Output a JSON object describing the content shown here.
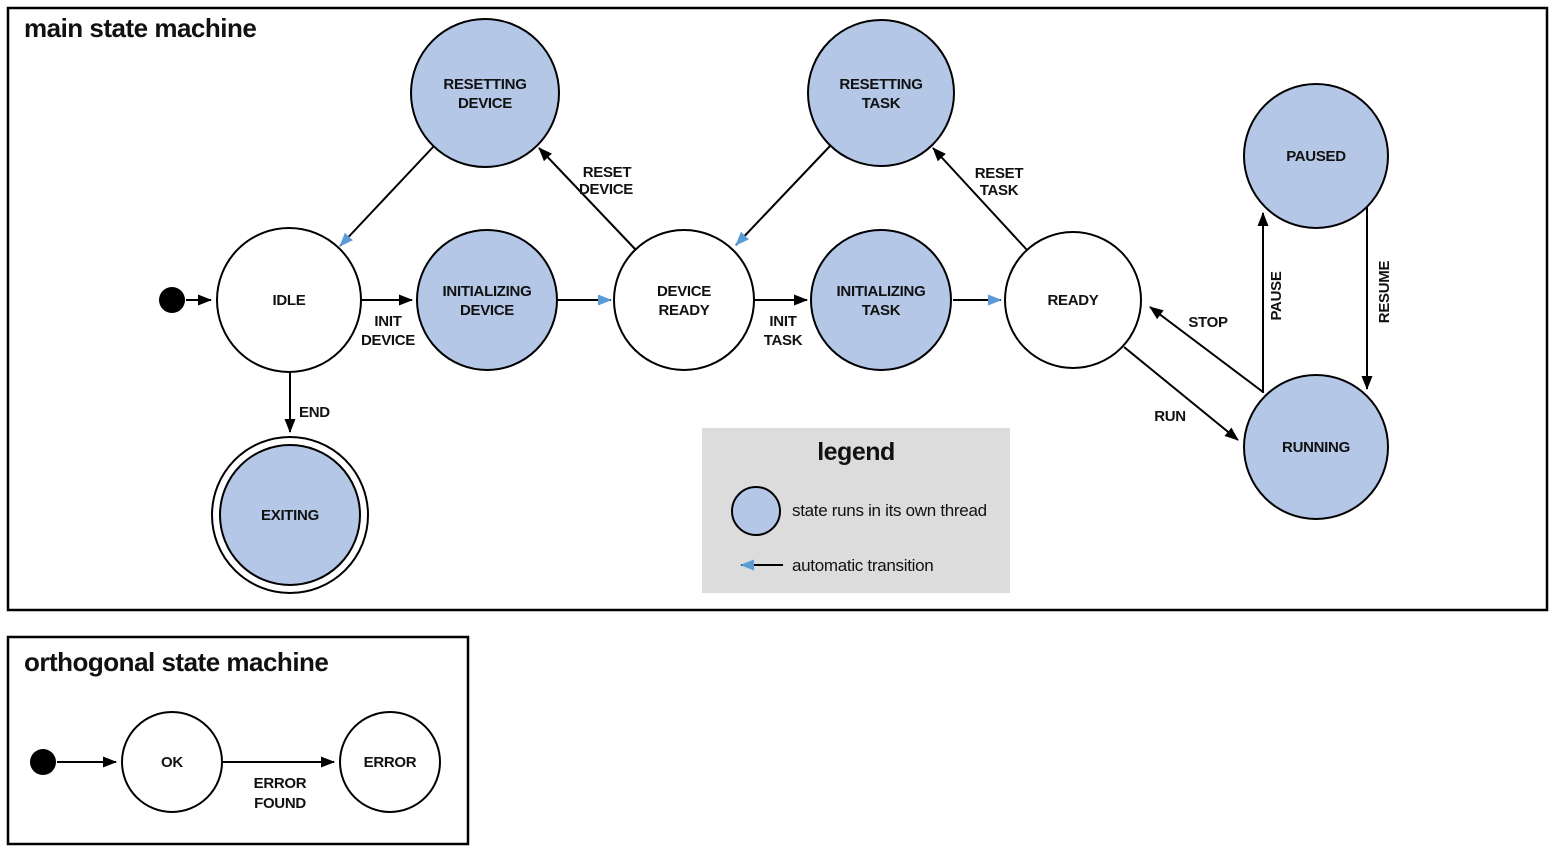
{
  "colors": {
    "thread_state_fill": "#b4c7e7",
    "state_stroke": "#000000",
    "auto_transition_blue": "#5b9bd5",
    "legend_background": "#dcdcdc"
  },
  "main_machine": {
    "title": "main state machine",
    "states": {
      "idle": {
        "label": "IDLE"
      },
      "resetting_device": {
        "line1": "RESETTING",
        "line2": "DEVICE"
      },
      "initializing_device": {
        "line1": "INITIALIZING",
        "line2": "DEVICE"
      },
      "device_ready": {
        "line1": "DEVICE",
        "line2": "READY"
      },
      "resetting_task": {
        "line1": "RESETTING",
        "line2": "TASK"
      },
      "initializing_task": {
        "line1": "INITIALIZING",
        "line2": "TASK"
      },
      "ready": {
        "label": "READY"
      },
      "paused": {
        "label": "PAUSED"
      },
      "running": {
        "label": "RUNNING"
      },
      "exiting": {
        "label": "EXITING"
      }
    },
    "transitions": {
      "init_device": {
        "line1": "INIT",
        "line2": "DEVICE"
      },
      "end": {
        "label": "END"
      },
      "reset_device": {
        "line1": "RESET",
        "line2": "DEVICE"
      },
      "init_task": {
        "line1": "INIT",
        "line2": "TASK"
      },
      "reset_task": {
        "line1": "RESET",
        "line2": "TASK"
      },
      "stop": {
        "label": "STOP"
      },
      "run": {
        "label": "RUN"
      },
      "pause": {
        "label": "PAUSE"
      },
      "resume": {
        "label": "RESUME"
      }
    }
  },
  "legend": {
    "title": "legend",
    "items": {
      "thread": {
        "label": "state runs in its own thread"
      },
      "auto": {
        "label": "automatic transition"
      }
    }
  },
  "orthogonal_machine": {
    "title": "orthogonal state machine",
    "states": {
      "ok": {
        "label": "OK"
      },
      "error": {
        "label": "ERROR"
      }
    },
    "transitions": {
      "error_found": {
        "line1": "ERROR",
        "line2": "FOUND"
      }
    }
  }
}
